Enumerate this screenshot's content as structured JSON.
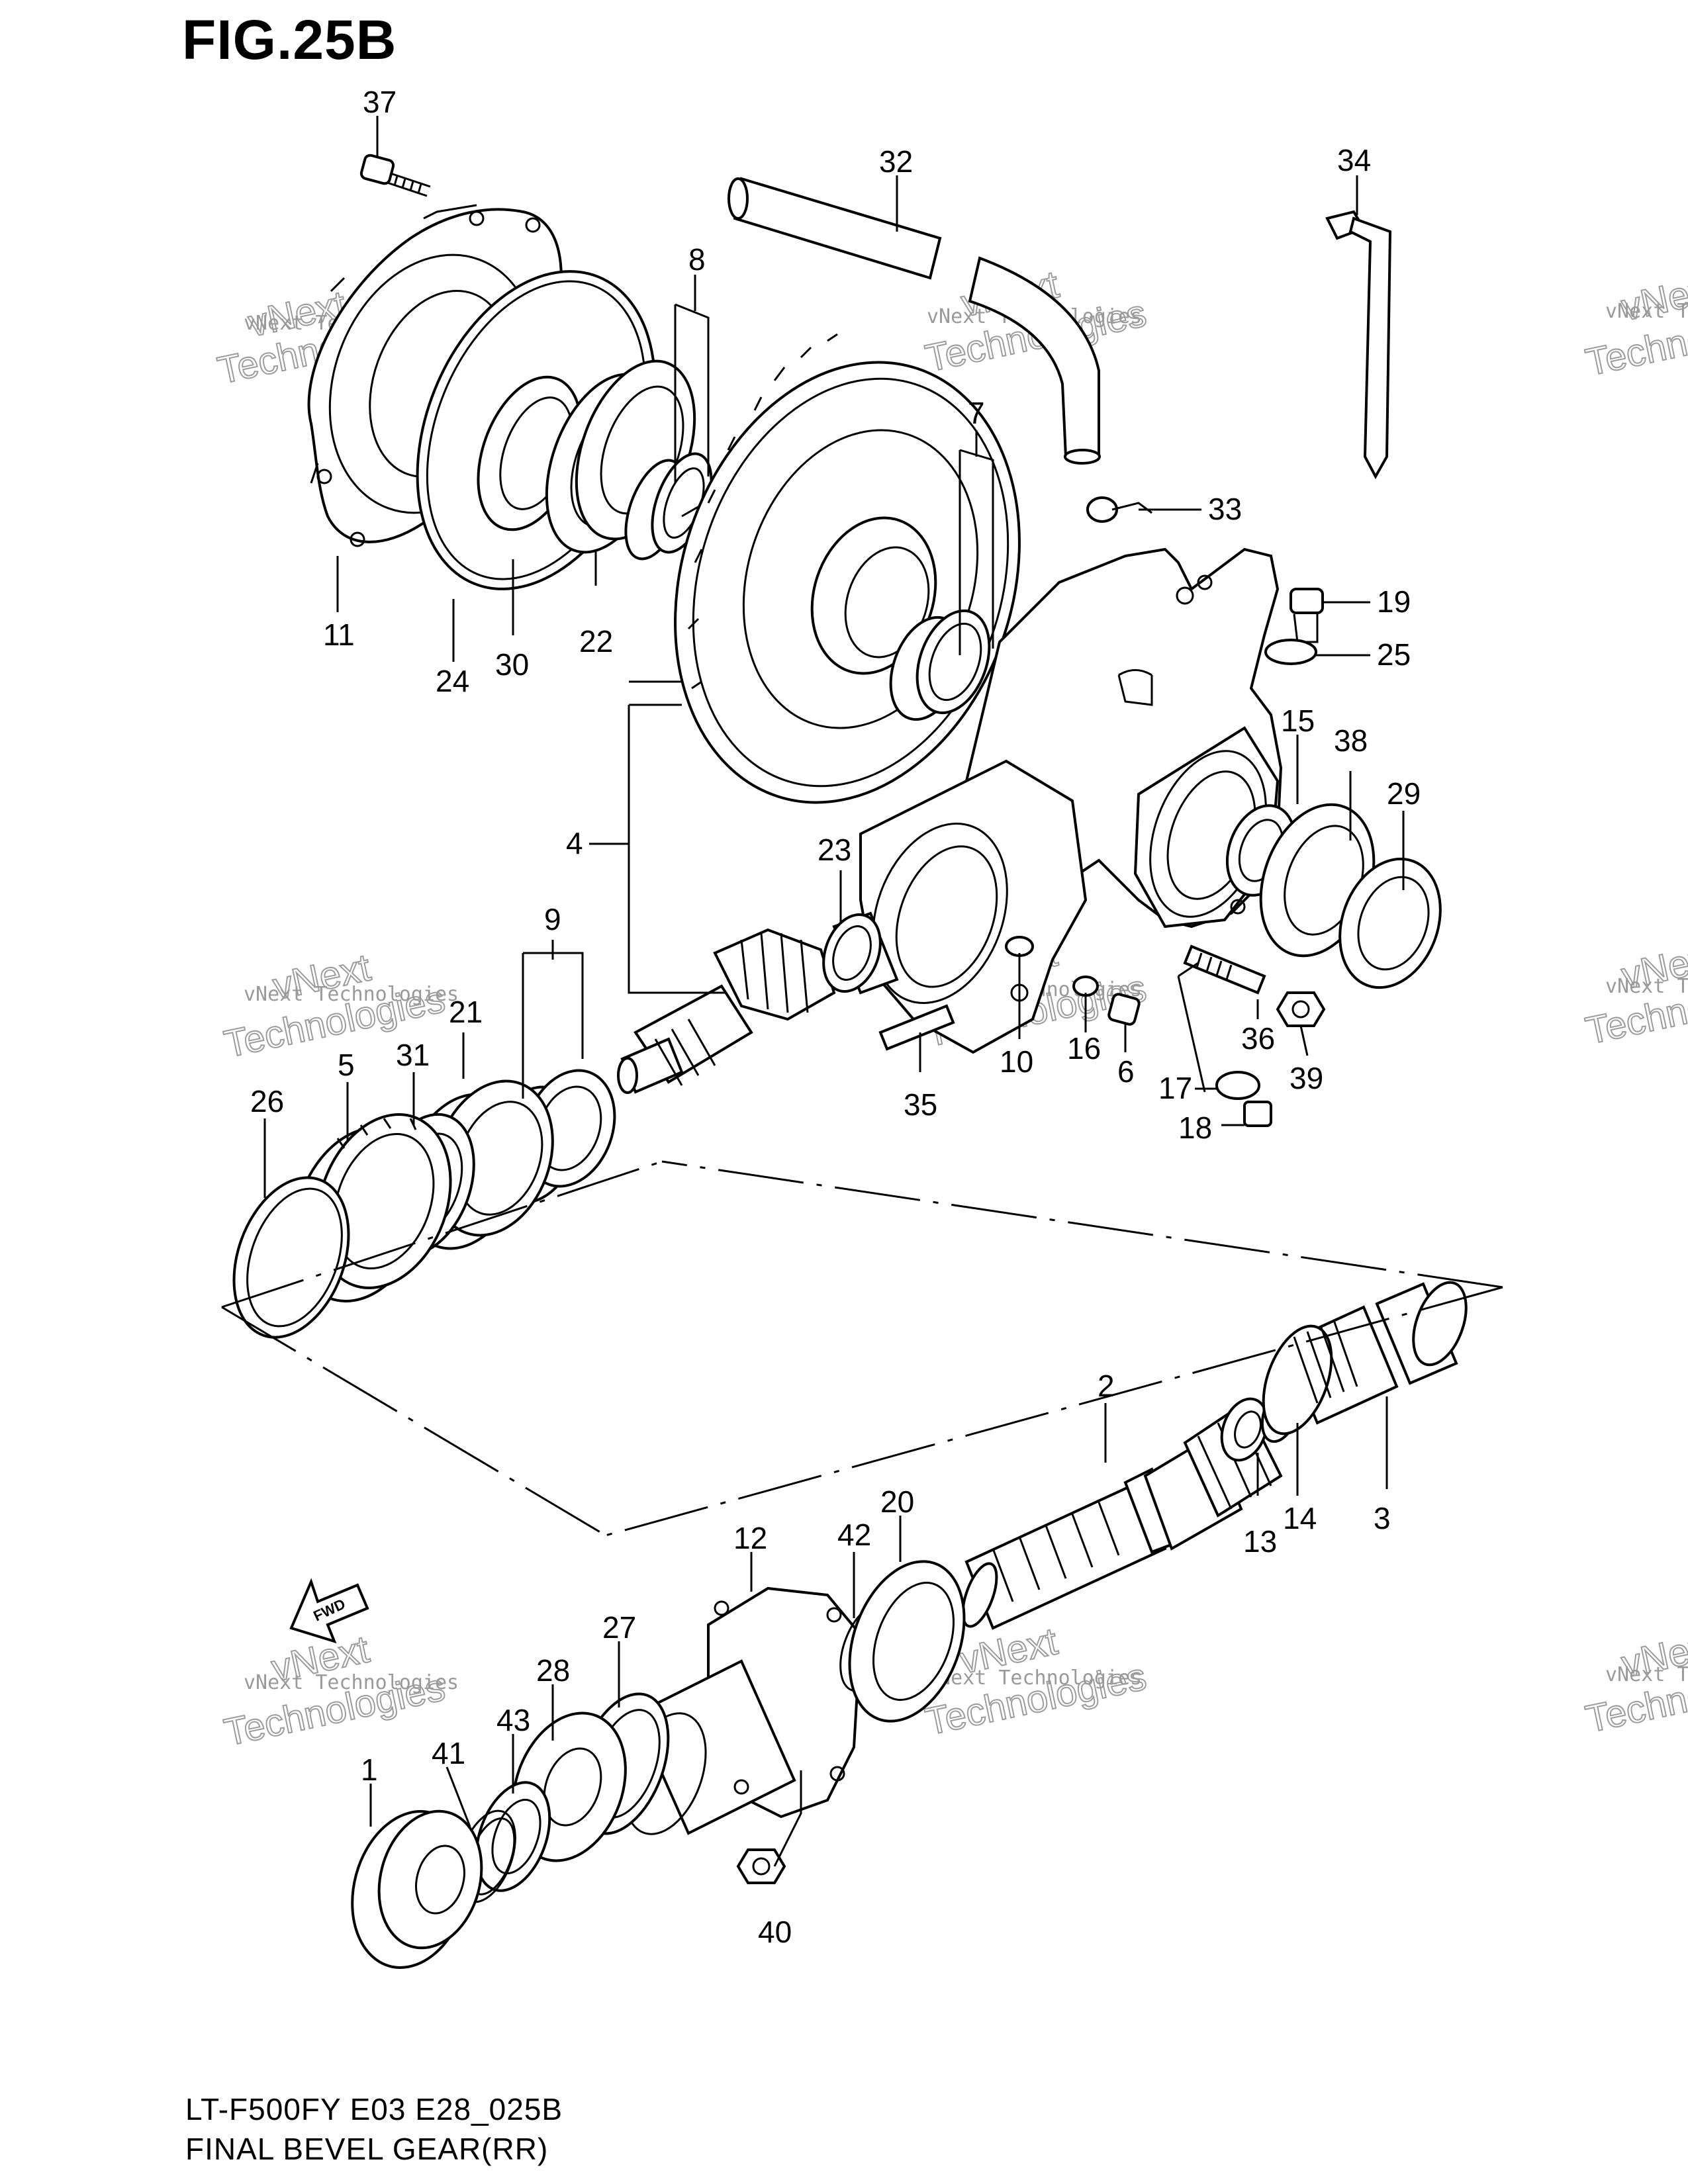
{
  "figure": {
    "title": "FIG.25B",
    "model_code": "LT-F500FY E03 E28_025B",
    "section_name": "FINAL BEVEL GEAR(RR)",
    "fwd_label": "FWD"
  },
  "watermark": {
    "line1": "vNext Technologies",
    "line2": "Technologies",
    "brand": "vNext"
  },
  "callouts": [
    {
      "id": "37",
      "label": "37"
    },
    {
      "id": "32",
      "label": "32"
    },
    {
      "id": "34",
      "label": "34"
    },
    {
      "id": "8",
      "label": "8"
    },
    {
      "id": "7",
      "label": "7"
    },
    {
      "id": "33",
      "label": "33"
    },
    {
      "id": "19",
      "label": "19"
    },
    {
      "id": "25",
      "label": "25"
    },
    {
      "id": "11",
      "label": "11"
    },
    {
      "id": "24",
      "label": "24"
    },
    {
      "id": "30",
      "label": "30"
    },
    {
      "id": "22",
      "label": "22"
    },
    {
      "id": "15",
      "label": "15"
    },
    {
      "id": "38",
      "label": "38"
    },
    {
      "id": "29",
      "label": "29"
    },
    {
      "id": "4",
      "label": "4"
    },
    {
      "id": "23",
      "label": "23"
    },
    {
      "id": "9",
      "label": "9"
    },
    {
      "id": "21",
      "label": "21"
    },
    {
      "id": "5",
      "label": "5"
    },
    {
      "id": "31",
      "label": "31"
    },
    {
      "id": "26",
      "label": "26"
    },
    {
      "id": "10",
      "label": "10"
    },
    {
      "id": "16",
      "label": "16"
    },
    {
      "id": "6",
      "label": "6"
    },
    {
      "id": "36",
      "label": "36"
    },
    {
      "id": "39",
      "label": "39"
    },
    {
      "id": "35",
      "label": "35"
    },
    {
      "id": "17",
      "label": "17"
    },
    {
      "id": "18",
      "label": "18"
    },
    {
      "id": "2",
      "label": "2"
    },
    {
      "id": "14",
      "label": "14"
    },
    {
      "id": "3",
      "label": "3"
    },
    {
      "id": "13",
      "label": "13"
    },
    {
      "id": "12",
      "label": "12"
    },
    {
      "id": "42",
      "label": "42"
    },
    {
      "id": "20",
      "label": "20"
    },
    {
      "id": "27",
      "label": "27"
    },
    {
      "id": "28",
      "label": "28"
    },
    {
      "id": "43",
      "label": "43"
    },
    {
      "id": "41",
      "label": "41"
    },
    {
      "id": "1",
      "label": "1"
    },
    {
      "id": "40",
      "label": "40"
    }
  ]
}
